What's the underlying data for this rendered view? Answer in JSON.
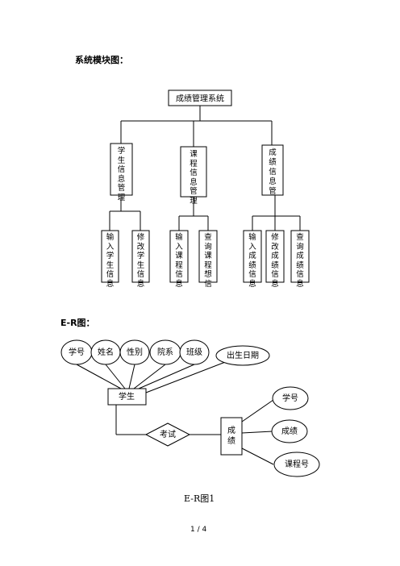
{
  "headings": {
    "module_diagram": "系统模块图：",
    "er_diagram": "E-R图："
  },
  "module_tree": {
    "root": "成绩管理系统",
    "branches": [
      {
        "label": "学生信息管理",
        "children": [
          "输入学生信息",
          "修改学生信息"
        ]
      },
      {
        "label": "课程信息管理",
        "children": [
          "输入课程信息",
          "查询课程想信"
        ]
      },
      {
        "label": "成绩信息管",
        "children": [
          "输入成绩信息",
          "修改成绩信息",
          "查询成绩信息"
        ]
      }
    ]
  },
  "er": {
    "student_entity": "学生",
    "student_attributes": [
      "学号",
      "姓名",
      "性别",
      "院系",
      "班级",
      "出生日期"
    ],
    "relationship": "考试",
    "score_entity": "成绩",
    "score_attributes": [
      "学号",
      "成绩",
      "课程号"
    ]
  },
  "caption": "E-R图1",
  "page_number": "1 / 4"
}
